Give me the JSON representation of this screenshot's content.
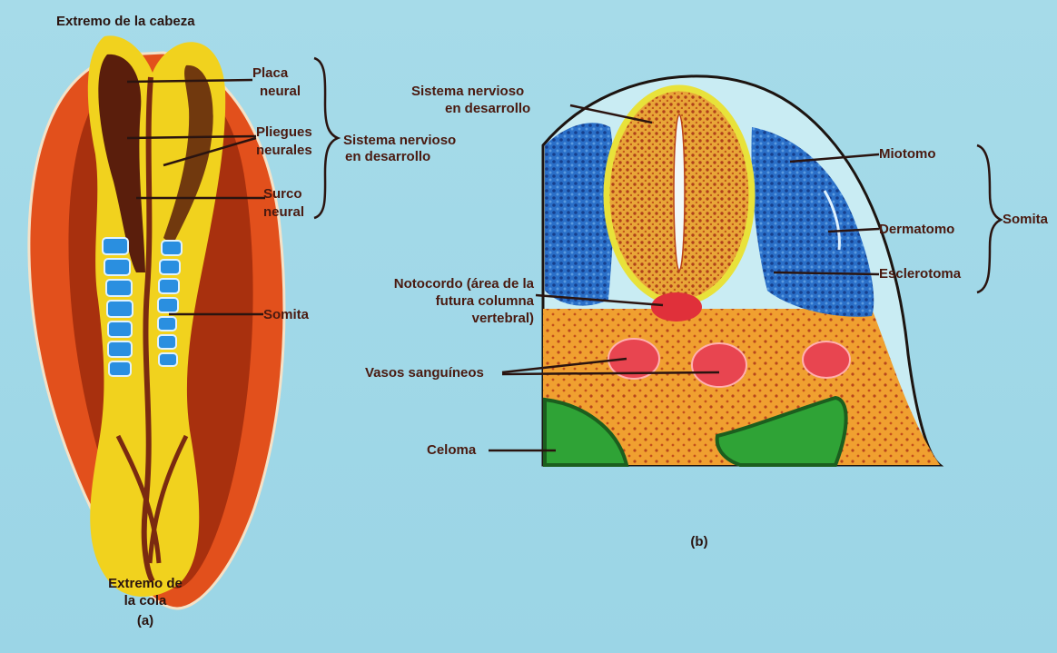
{
  "panel_a": {
    "head_end": "Extremo de la cabeza",
    "placa_1": "Placa",
    "placa_2": "neural",
    "pliegues_1": "Pliegues",
    "pliegues_2": "neurales",
    "surco_1": "Surco",
    "surco_2": "neural",
    "sistema_1": "Sistema nervioso",
    "sistema_2": "en desarrollo",
    "somita": "Somita",
    "tail_1": "Extremo de",
    "tail_2": "la cola",
    "caption": "(a)"
  },
  "panel_b": {
    "sistema_1": "Sistema nervioso",
    "sistema_2": "en desarrollo",
    "miotomo": "Miotomo",
    "dermatomo": "Dermatomo",
    "esclerotoma": "Esclerotoma",
    "somita": "Somita",
    "notocordo_1": "Notocordo (área de la",
    "notocordo_2": "futura columna",
    "notocordo_3": "vertebral)",
    "vasos": "Vasos sanguíneos",
    "celoma": "Celoma",
    "caption": "(b)"
  },
  "colors": {
    "background": "#9fd7e6",
    "outer_embryo": "#e2501c",
    "neural_fold": "#f1d21e",
    "groove": "#5a1e0c",
    "somite_blue": "#2a6fc8",
    "mesoderm_orange": "#f0a030",
    "vessel_red": "#e0303a",
    "coelom_green": "#2fa336",
    "label_text": "#4a1a10"
  }
}
